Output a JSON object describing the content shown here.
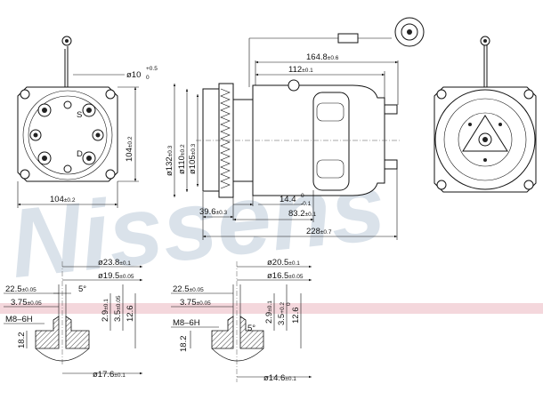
{
  "watermark": "Nissens",
  "front_view": {
    "diameter_fitting": "ø10",
    "diameter_fitting_tol": "+0.5",
    "diameter_fitting_tol2": "0",
    "height": "104",
    "height_tol": "±0.2",
    "width": "104",
    "width_tol": "±0.2",
    "port_s": "S",
    "port_d": "D"
  },
  "side_view": {
    "d_132": "ø132",
    "d_132_tol": "±0.3",
    "d_110": "ø110",
    "d_110_tol": "±0.2",
    "d_105": "ø105",
    "d_105_tol": "±0.3",
    "len_164": "164.8",
    "len_164_tol": "±0.6",
    "len_112": "112",
    "len_112_tol": "±0.1",
    "len_14": "14.4",
    "len_14_tol1": "0",
    "len_14_tol2": "-0.1",
    "len_39": "39.6",
    "len_39_tol": "±0.3",
    "len_83": "83.2",
    "len_83_tol": "±0.1",
    "len_228": "228",
    "len_228_tol": "±0.7"
  },
  "detail_left": {
    "d_238": "ø23.8",
    "d_238_tol": "±0.1",
    "d_195": "ø19.5",
    "d_195_tol": "±0.05",
    "d_176": "ø17.6",
    "d_176_tol": "±0.1",
    "dim_225": "22.5",
    "dim_225_tol": "±0.05",
    "dim_375": "3.75",
    "dim_375_tol": "±0.05",
    "thread": "M8–6H",
    "angle": "5°",
    "h_29": "2.9",
    "h_29_tol": "±0.1",
    "h_35": "3.5",
    "h_35_tol": "±0.05",
    "h_126": "12.6",
    "h_182": "18.2"
  },
  "detail_right": {
    "d_205": "ø20.5",
    "d_205_tol": "±0.1",
    "d_165": "ø16.5",
    "d_165_tol": "±0.05",
    "d_146": "ø14.6",
    "d_146_tol": "±0.1",
    "dim_225": "22.5",
    "dim_225_tol": "±0.05",
    "dim_375": "3.75",
    "dim_375_tol": "±0.05",
    "thread": "M8–6H",
    "angle": "5°",
    "h_29": "2.9",
    "h_29_tol": "±0.1",
    "h_35": "3.5",
    "h_35_tol1": "+0.2",
    "h_35_tol2": "0",
    "h_126": "12.6",
    "h_182": "18.2"
  }
}
